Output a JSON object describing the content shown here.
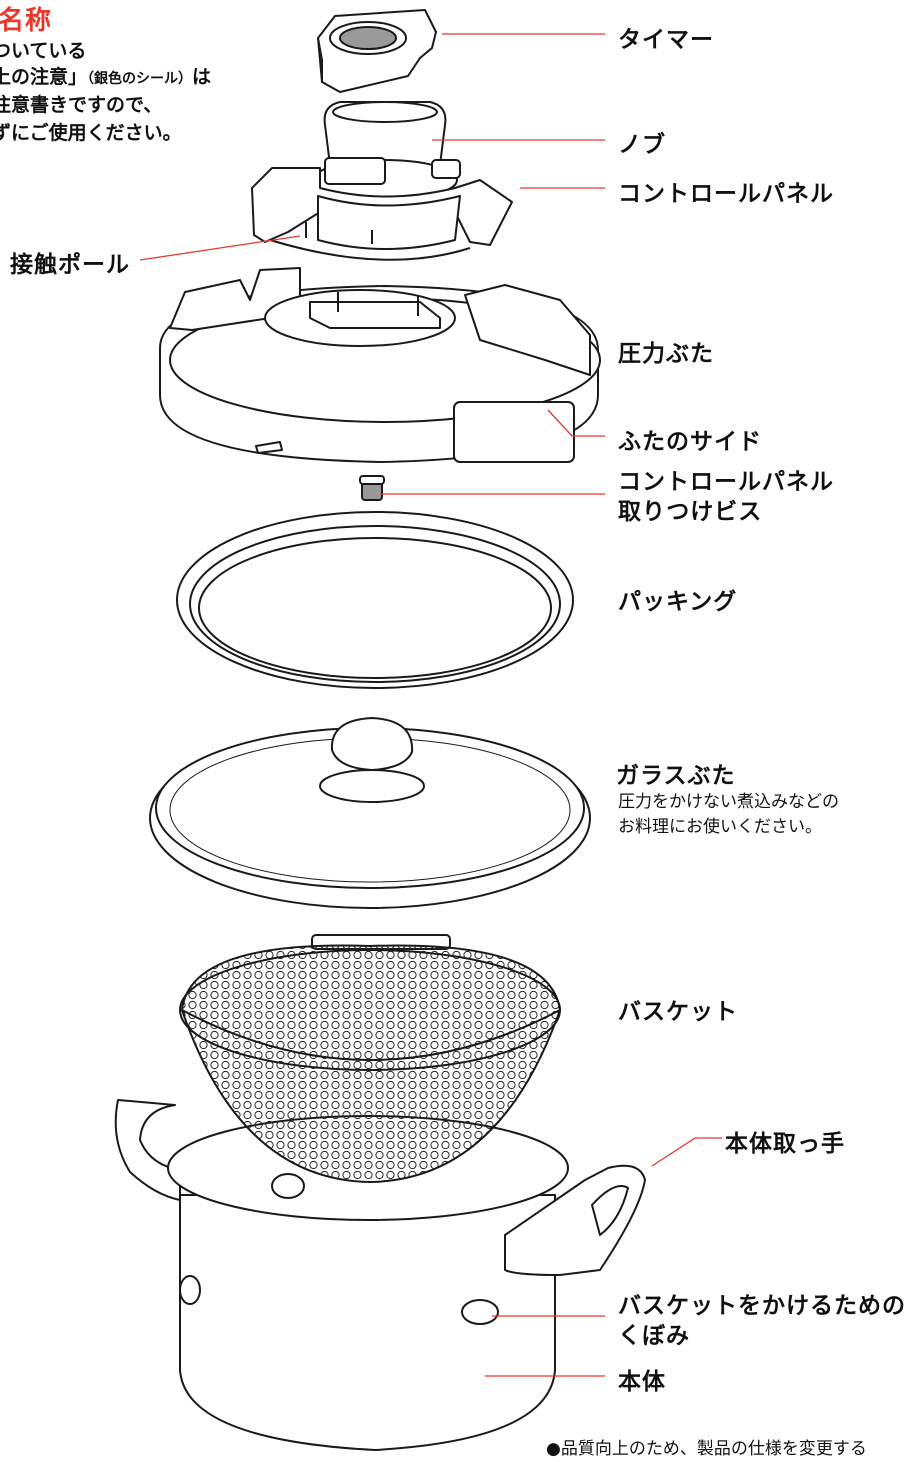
{
  "heading": "名称",
  "intro": {
    "line1": "ついている",
    "line2_a": "上の注意」",
    "line2_small": "（銀色のシール）",
    "line2_b": "は",
    "line3": "注意書きですので、",
    "line4": "ずにご使用ください。"
  },
  "labels": {
    "timer": "タイマー",
    "knob": "ノブ",
    "control_panel": "コントロールパネル",
    "contact_pole": "接触ポール",
    "pressure_lid": "圧力ぶた",
    "lid_side": "ふたのサイド",
    "screw_line1": "コントロールパネル",
    "screw_line2": "取りつけビス",
    "packing": "パッキング",
    "glass_lid": "ガラスぶた",
    "glass_note_1": "圧力をかけない煮込みなどの",
    "glass_note_2": "お料理にお使いください。",
    "basket": "バスケット",
    "body_handle": "本体取っ手",
    "recess_line1": "バスケットをかけるための",
    "recess_line2": "くぼみ",
    "body": "本体"
  },
  "footer": "●品質向上のため、製品の仕様を変更する",
  "colors": {
    "leader": "#e7382b",
    "heading": "#e7382b",
    "outline": "#1a1a1a"
  }
}
